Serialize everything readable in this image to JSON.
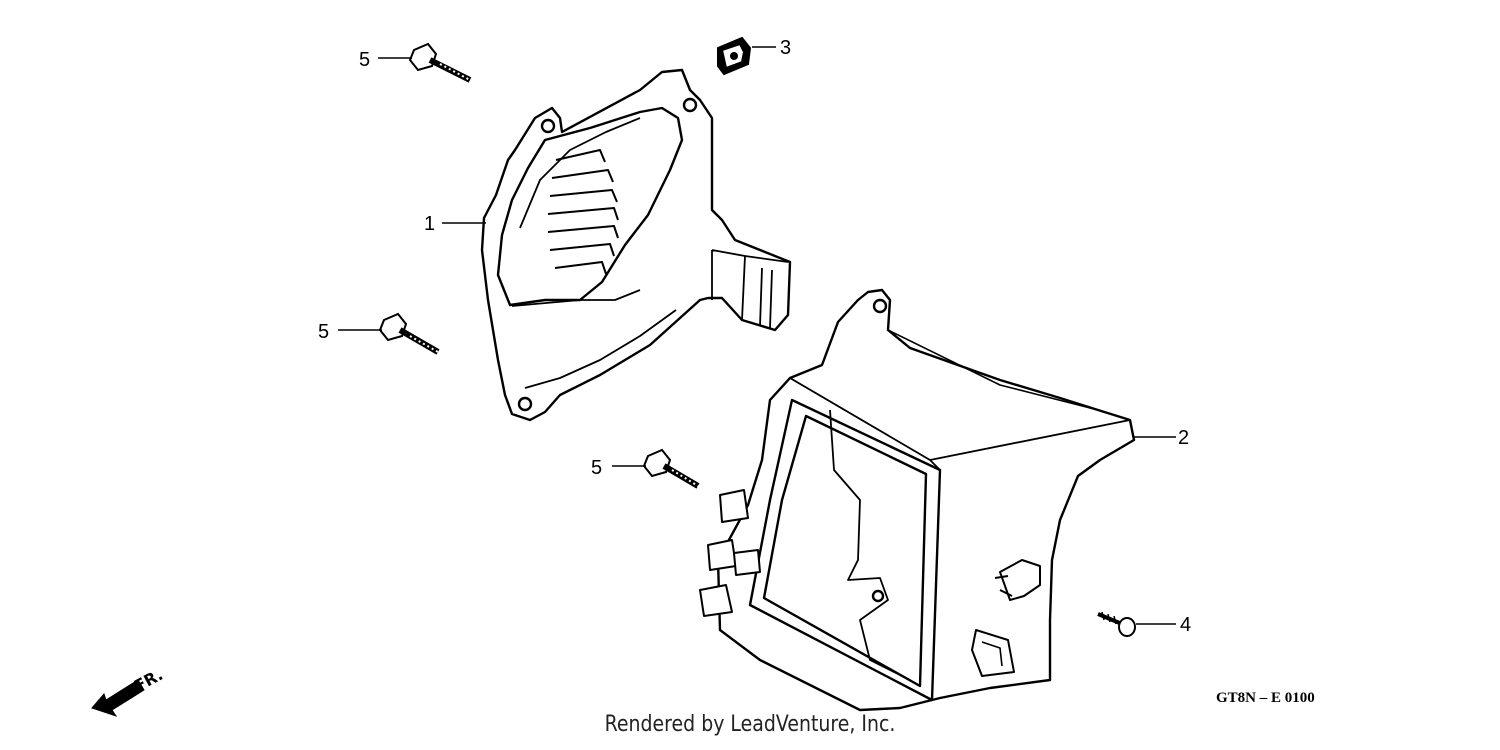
{
  "callouts": [
    {
      "id": "bolt-top-left",
      "label": "5"
    },
    {
      "id": "clip-top",
      "label": "3"
    },
    {
      "id": "fan-shroud",
      "label": "1"
    },
    {
      "id": "bolt-mid-left",
      "label": "5"
    },
    {
      "id": "cylinder-cover",
      "label": "2"
    },
    {
      "id": "bolt-center",
      "label": "5"
    },
    {
      "id": "tapping-screw",
      "label": "4"
    }
  ],
  "direction_label": "FR.",
  "diagram_code": "GT8N – E 0100",
  "footer": "Rendered by LeadVenture, Inc."
}
